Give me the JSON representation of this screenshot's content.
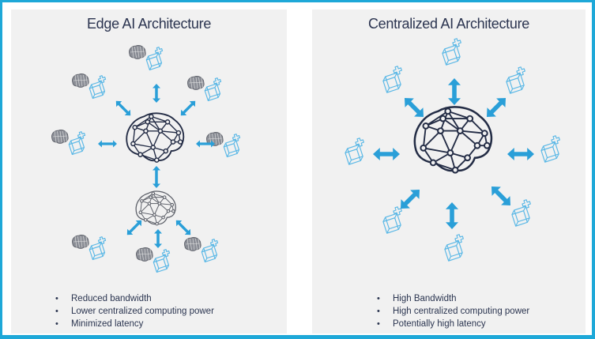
{
  "left": {
    "title": "Edge AI Architecture",
    "bullets": [
      "Reduced bandwidth",
      "Lower centralized computing power",
      "Minimized latency"
    ],
    "icons": {
      "central_node": "brain-network-icon",
      "edge_node": "small-brain-icon",
      "device": "cube-plus-icon",
      "link": "double-arrow-icon"
    }
  },
  "right": {
    "title": "Centralized AI Architecture",
    "bullets": [
      "High Bandwidth",
      "High centralized computing power",
      "Potentially high latency"
    ],
    "icons": {
      "central_node": "brain-network-icon",
      "device": "cube-plus-icon",
      "link": "double-arrow-icon"
    }
  },
  "colors": {
    "frame_border": "#1ea8d8",
    "arrow": "#2a9fd8",
    "cube": "#5bb8e6",
    "brain_dark": "#232c45",
    "brain_gray": "#5c5f68",
    "panel_bg": "#f1f1f1",
    "text": "#2b3450"
  }
}
